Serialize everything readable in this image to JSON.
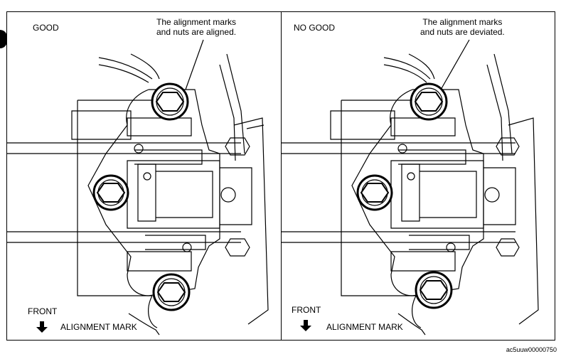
{
  "left_panel": {
    "status": "GOOD",
    "callout_line1": "The alignment marks",
    "callout_line2": "and nuts are aligned.",
    "front_label": "FRONT",
    "mark_label": "ALIGNMENT MARK"
  },
  "right_panel": {
    "status": "NO GOOD",
    "callout_line1": "The alignment marks",
    "callout_line2": "and nuts are deviated.",
    "front_label": "FRONT",
    "mark_label": "ALIGNMENT MARK"
  },
  "figure_code": "ac5uuw00000750",
  "icons": [
    "down-arrow-icon",
    "hex-nut-icon"
  ]
}
